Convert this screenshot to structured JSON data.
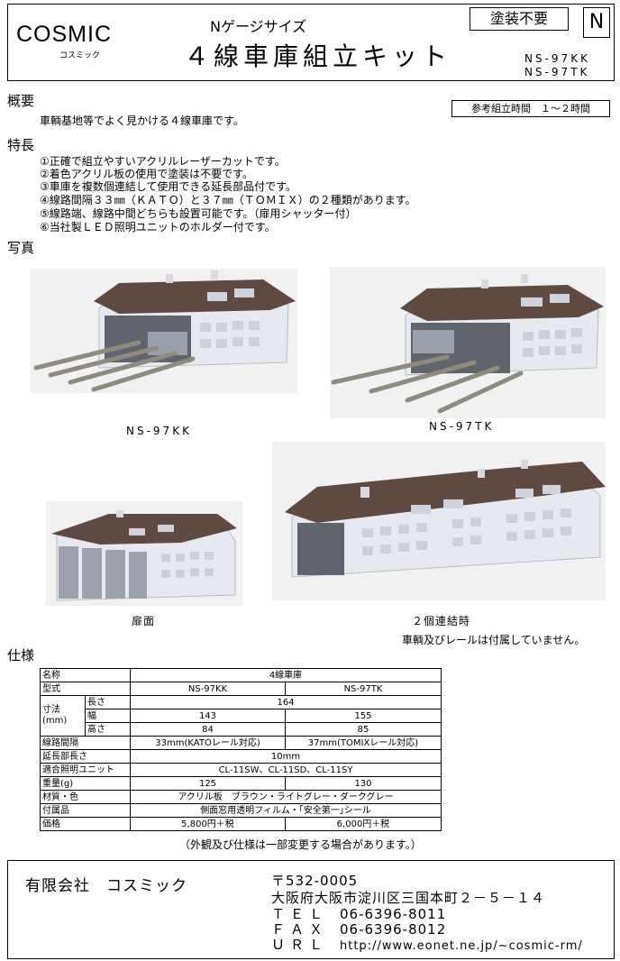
{
  "header": {
    "logo": "COSMIC",
    "logo_sub": "コスミック",
    "subtitle": "Nゲージサイズ",
    "title": "４線車庫組立キット",
    "badge": "塗装不要",
    "scale": "N",
    "codes": [
      "NS-97KK",
      "NS-97TK"
    ]
  },
  "overview": {
    "heading": "概要",
    "text": "車輌基地等でよく見かける４線車庫です。",
    "time_box": "参考組立時間　１～２時間"
  },
  "features": {
    "heading": "特長",
    "items": [
      "①正確で組立やすいアクリルレーザーカットです。",
      "②着色アクリル板の使用で塗装は不要です。",
      "③車庫を複数個連結して使用できる延長部品付です。",
      "④線路間隔３３㎜（ＫＡＴＯ）と３７㎜（ＴＯＭＩＸ）の２種類があります。",
      "⑤線路端、線路中間どちらも設置可能です。（扉用シャッター付）",
      "⑥当社製ＬＥＤ照明ユニットのホルダー付です。"
    ]
  },
  "photos": {
    "heading": "写真",
    "captions": [
      "NS-97KK",
      "NS-97TK",
      "扉面",
      "２個連結時"
    ],
    "note": "車輌及びレールは付属していません。"
  },
  "spec": {
    "heading": "仕様",
    "rows": {
      "name": [
        "名称",
        "4線車庫"
      ],
      "model": [
        "型式",
        "NS-97KK",
        "NS-97TK"
      ],
      "dims_label": "寸法\n(mm)",
      "length": [
        "長さ",
        "164"
      ],
      "width": [
        "幅",
        "143",
        "155"
      ],
      "height": [
        "高さ",
        "84",
        "85"
      ],
      "track": [
        "線路間隔",
        "33mm(KATOレール対応)",
        "37mm(TOMIXレール対応)"
      ],
      "ext": [
        "延長部長さ",
        "10mm"
      ],
      "light": [
        "適合照明ユニット",
        "CL-11SW、CL-11SD、CL-11SY"
      ],
      "weight": [
        "重量(g)",
        "125",
        "130"
      ],
      "material": [
        "材質・色",
        "アクリル板　ブラウン・ライトグレー・ダークグレー"
      ],
      "accessories": [
        "付属品",
        "側面窓用透明フィルム・｢安全第一｣シール"
      ],
      "price": [
        "価格",
        "5,800円＋税",
        "6,000円＋税"
      ]
    },
    "note": "（外観及び仕様は一部変更する場合があります。）"
  },
  "footer": {
    "company": "有限会社　コスミック",
    "postal": "〒532-0005",
    "address": "大阪府大阪市淀川区三国本町２－５－１４",
    "tel_label": "ＴＥＬ",
    "tel": "06-6396-8011",
    "fax_label": "ＦＡＸ",
    "fax": "06-6396-8012",
    "url_label": "ＵＲＬ",
    "url": "http://www.eonet.ne.jp/~cosmic-rm/"
  },
  "colors": {
    "roof": "#5e4a40",
    "wall": "#e7e9f0",
    "rail": "#8e8a7e"
  }
}
